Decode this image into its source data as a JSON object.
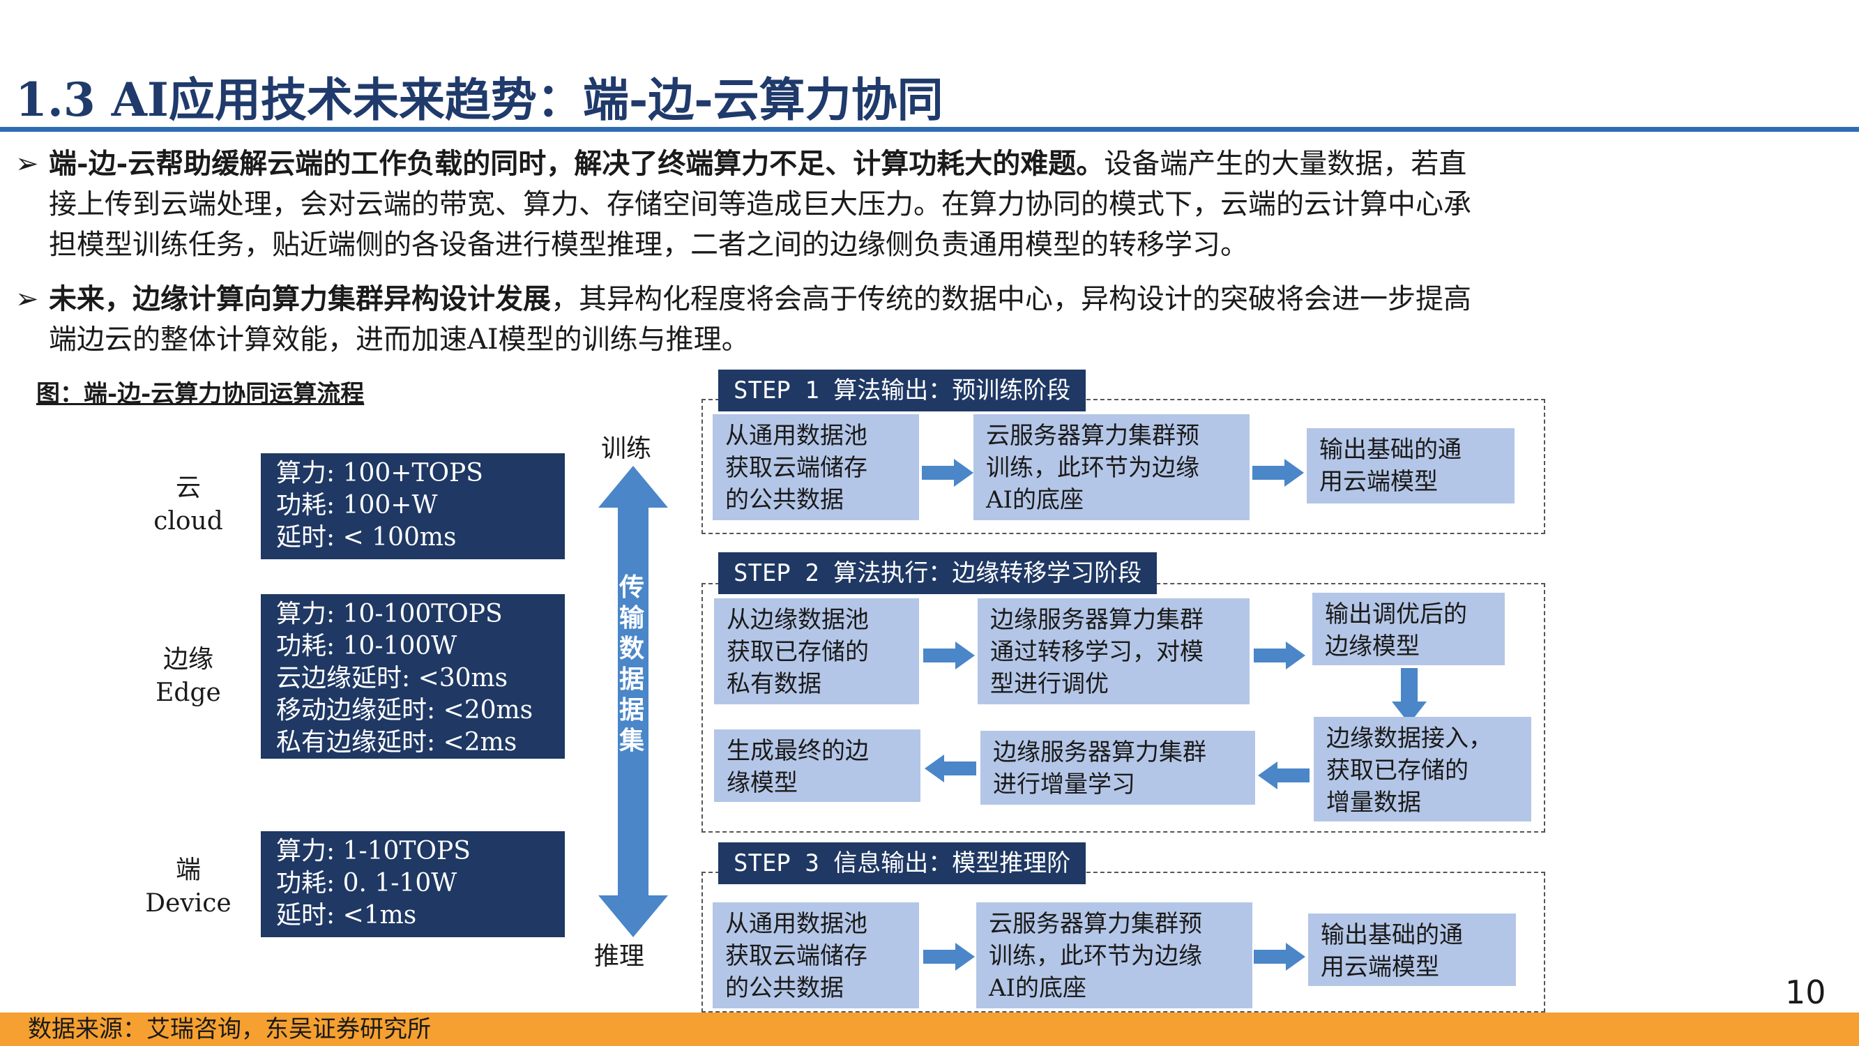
{
  "title": "1.3 AI应用技术未来趋势：端-边-云算力协同",
  "bullets": [
    {
      "bold": "端-边-云帮助缓解云端的工作负载的同时，解决了终端算力不足、计算功耗大的难题。",
      "lines": [
        "设备端产生的大量数据，若直",
        "接上传到云端处理，会对云端的带宽、算力、存储空间等造成巨大压力。在算力协同的模式下，云端的云计算中心承",
        "担模型训练任务，贴近端侧的各设备进行模型推理，二者之间的边缘侧负责通用模型的转移学习。"
      ]
    },
    {
      "bold": "未来，边缘计算向算力集群异构设计发展",
      "lines": [
        "，其异构化程度将会高于传统的数据中心，异构设计的突破将会进一步提高",
        "端边云的整体计算效能，进而加速AI模型的训练与推理。"
      ]
    }
  ],
  "figure": {
    "caption": "图：端-边-云算力协同运算流程",
    "tiers": [
      {
        "cn": "云",
        "en": "cloud",
        "specs": [
          "算力: 100+TOPS",
          "功耗: 100+W",
          "延时: < 100ms"
        ]
      },
      {
        "cn": "边缘",
        "en": "Edge",
        "specs": [
          "算力: 10-100TOPS",
          "功耗: 10-100W",
          "云边缘延时: <30ms",
          "移动边缘延时: <20ms",
          "私有边缘延时: <2ms"
        ]
      },
      {
        "cn": "端",
        "en": "Device",
        "specs": [
          "算力: 1-10TOPS",
          "功耗: 0. 1-10W",
          "延时: <1ms"
        ]
      }
    ],
    "arrow_top": "训练",
    "arrow_bottom": "推理",
    "arrow_mid": [
      "传输",
      "数据",
      "据",
      "集"
    ]
  },
  "steps": [
    {
      "title": "STEP 1 算法输出：预训练阶段",
      "boxes": [
        [
          "从通用数据池",
          "获取云端储存",
          "的公共数据"
        ],
        [
          "云服务器算力集群预",
          "训练，此环节为边缘",
          "AI的底座"
        ],
        [
          "输出基础的通",
          "用云端模型"
        ]
      ]
    },
    {
      "title": "STEP 2 算法执行：边缘转移学习阶段",
      "boxes": [
        [
          "从边缘数据池",
          "获取已存储的",
          "私有数据"
        ],
        [
          "边缘服务器算力集群",
          "通过转移学习，对模",
          "型进行调优"
        ],
        [
          "输出调优后的",
          "边缘模型"
        ],
        [
          "边缘数据接入，",
          "获取已存储的",
          "增量数据"
        ],
        [
          "边缘服务器算力集群",
          "进行增量学习"
        ],
        [
          "生成最终的边",
          "缘模型"
        ]
      ]
    },
    {
      "title": "STEP 3 信息输出：模型推理阶",
      "boxes": [
        [
          "从通用数据池",
          "获取云端储存",
          "的公共数据"
        ],
        [
          "云服务器算力集群预",
          "训练，此环节为边缘",
          "AI的底座"
        ],
        [
          "输出基础的通",
          "用云端模型"
        ]
      ]
    }
  ],
  "page_number": "10",
  "footer": "数据来源：艾瑞咨询，东吴证券研究所",
  "colors": {
    "title": "#1f3a6b",
    "rule": "#2e6db4",
    "dark_box": "#1f3864",
    "light_box": "#b4c6e7",
    "arrow": "#4a86c8",
    "footer": "#f5a030"
  }
}
